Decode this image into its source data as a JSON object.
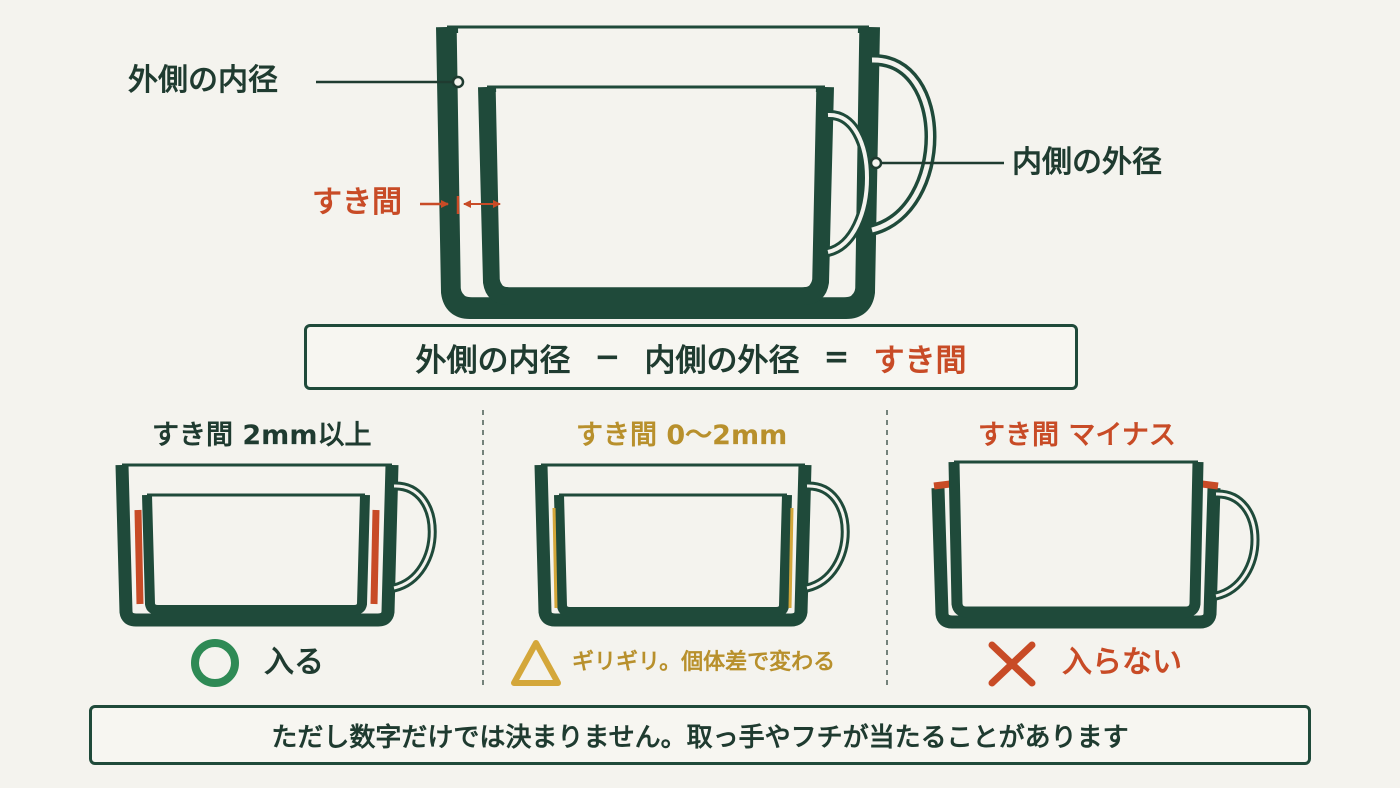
{
  "main_diagram": {
    "outer_inner_diameter_label": "外側の内径",
    "inner_outer_diameter_label": "内側の外径",
    "gap_label": "すき間"
  },
  "formula": {
    "left": "外側の内径",
    "minus": "−",
    "middle": "内側の外径",
    "equals": "=",
    "result": "すき間"
  },
  "cases": [
    {
      "title": "すき間 2mm以上",
      "symbol": "circle-icon",
      "result": "入る",
      "color": "#c84b26"
    },
    {
      "title": "すき間 0〜2mm",
      "symbol": "triangle-icon",
      "result": "ギリギリ。個体差で変わる",
      "color": "#d4a73a"
    },
    {
      "title": "すき間 マイナス",
      "symbol": "cross-icon",
      "result": "入らない",
      "color": "#c84b26"
    }
  ],
  "colors": {
    "mug": "#1f4a3a",
    "gap_red": "#c84b26",
    "gap_gold": "#d4a73a",
    "ok_green": "#2e8a55"
  },
  "note": "ただし数字だけでは決まりません。取っ手やフチが当たることがあります"
}
